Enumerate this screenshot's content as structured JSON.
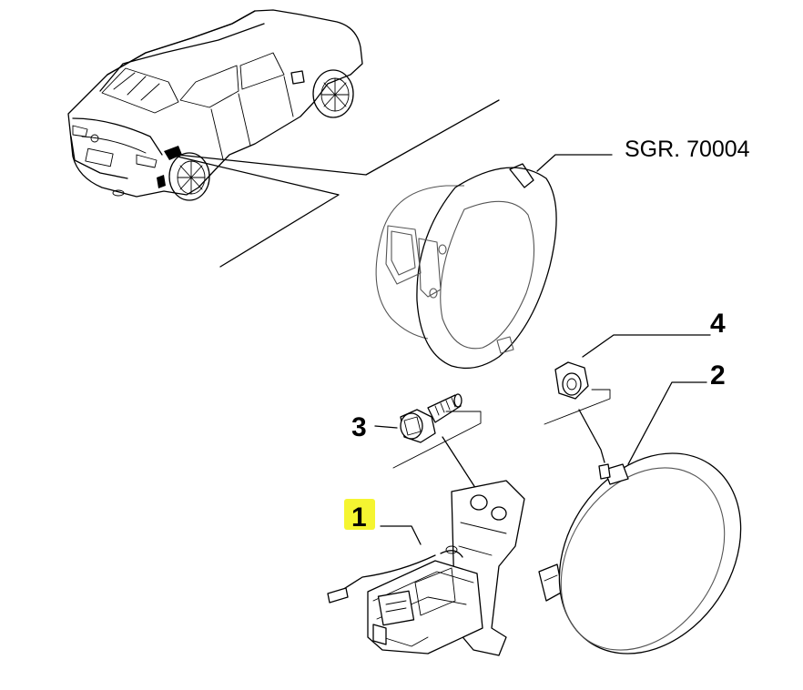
{
  "diagram": {
    "reference_label": "SGR. 70004",
    "parts": [
      {
        "id": "part-1",
        "label": "1",
        "highlighted": true
      },
      {
        "id": "part-2",
        "label": "2",
        "highlighted": false
      },
      {
        "id": "part-3",
        "label": "3",
        "highlighted": false
      },
      {
        "id": "part-4",
        "label": "4",
        "highlighted": false
      }
    ],
    "highlight_color": "#f5f531"
  }
}
